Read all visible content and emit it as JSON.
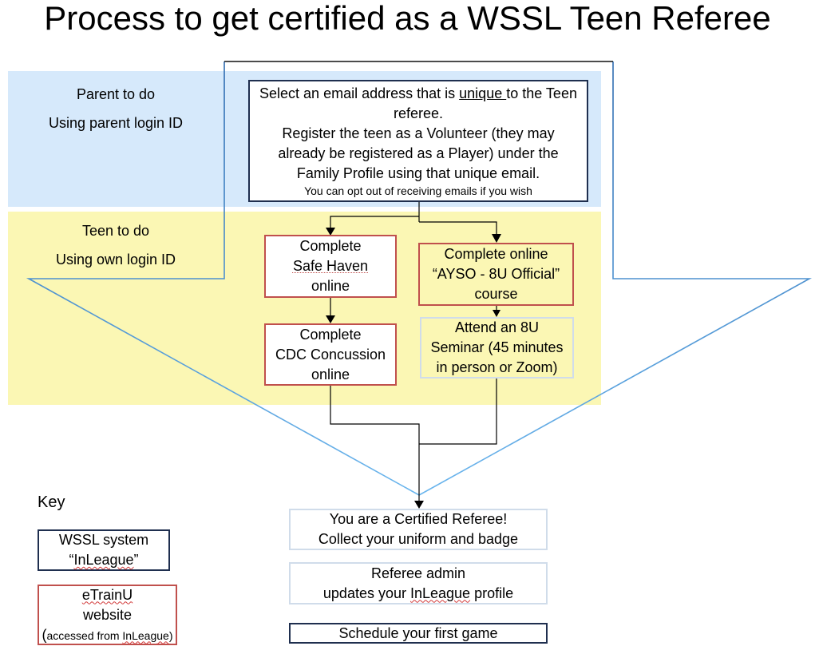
{
  "title": "Process to get certified as a WSSL Teen Referee",
  "lanes": {
    "parent": {
      "line1": "Parent to do",
      "line2": "Using parent login ID"
    },
    "teen": {
      "line1": "Teen to do",
      "line2": "Using own login ID"
    }
  },
  "steps": {
    "email": {
      "text_a": "Select an email address that is ",
      "text_unique": "unique ",
      "text_b": "to the Teen referee.",
      "line2": "Register the teen as a Volunteer (they may already be registered as a Player) under the Family Profile using that unique email.",
      "note": "You can opt out of receiving emails if you wish"
    },
    "safe_haven": {
      "line1": "Complete",
      "line2": "Safe Haven",
      "line3": "online"
    },
    "cdc": {
      "line1": "Complete",
      "line2": "CDC Concussion",
      "line3": "online"
    },
    "ayso": {
      "line1": "Complete online",
      "line2": "“AYSO - 8U Official”",
      "line3": "course"
    },
    "seminar": {
      "line1": "Attend an 8U",
      "line2": "Seminar (45 minutes",
      "line3": "in person or Zoom)"
    },
    "certified": {
      "line1": "You are a Certified Referee!",
      "line2": "Collect your uniform and badge"
    },
    "admin": {
      "line1": "Referee admin",
      "line2_a": "updates your ",
      "line2_b": "InLeague",
      "line2_c": " profile"
    },
    "schedule": {
      "line1": "Schedule your first game"
    }
  },
  "key": {
    "title": "Key",
    "wssl": {
      "line1": "WSSL system",
      "line2_a": "“",
      "line2_b": "InLeague",
      "line2_c": "”"
    },
    "etrain": {
      "line1_a": "",
      "line1_b": "eTrainU",
      "line2": "website",
      "line3_a": "(",
      "line3_b": "accessed from ",
      "line3_c": "InLeague",
      "line3_d": ")"
    }
  },
  "colors": {
    "parent_band": "#d6e9fb",
    "teen_band": "#fbf7b4",
    "wssl_border": "#1f2f4f",
    "etrain_border": "#c0504d",
    "other_border": "#d0dcea",
    "funnel": "#2e6bb0"
  }
}
